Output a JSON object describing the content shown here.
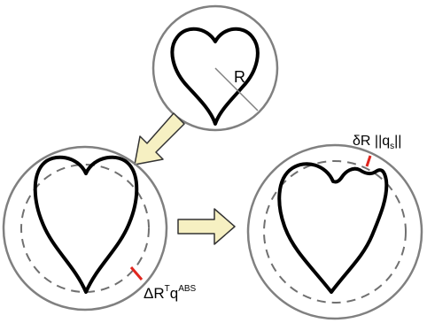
{
  "labels": {
    "radius": "R",
    "top_right_main": "δR ||q",
    "top_right_sub": "s",
    "top_right_tail": "||",
    "bottom_left_main": "ΔR",
    "bottom_left_sup1": "T",
    "bottom_left_mid": "q",
    "bottom_left_sup2": "ABS"
  },
  "colors": {
    "circle_stroke": "#808080",
    "heart_stroke": "#000000",
    "dashed_stroke": "#707070",
    "marker_red": "#e0261e",
    "arrow_fill": "#f6f0c2",
    "arrow_stroke": "#333333"
  }
}
